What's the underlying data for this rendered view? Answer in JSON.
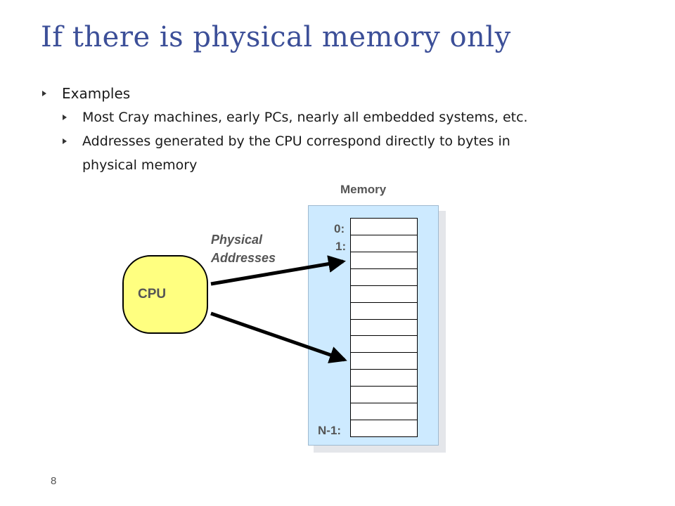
{
  "slide": {
    "title": "If there is physical memory only",
    "page_number": "8"
  },
  "bullets": {
    "examples": "Examples",
    "item_1": "Most Cray machines, early PCs, nearly all embedded systems, etc.",
    "item_2_line_1": "Addresses generated by the CPU correspond directly to bytes in",
    "item_2_line_2": "physical memory"
  },
  "diagram": {
    "memory_label": "Memory",
    "physical_addresses_line_1": "Physical",
    "physical_addresses_line_2": "Addresses",
    "cpu_label": "CPU",
    "address_first": "0:",
    "address_second": "1:",
    "address_last": "N-1:",
    "memory_cell_count": 13,
    "colors": {
      "title": "#3c4f98",
      "cpu_fill": "#ffff80",
      "memory_fill": "#cdeaff",
      "label_gray": "#555555"
    }
  }
}
